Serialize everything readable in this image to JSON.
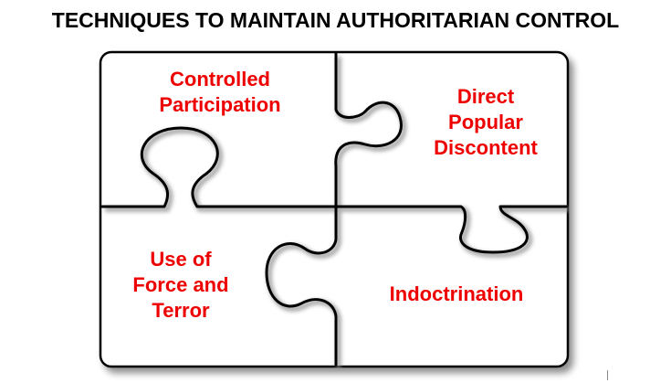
{
  "title": "TECHNIQUES TO MAINTAIN AUTHORITARIAN CONTROL",
  "colors": {
    "title": "#000000",
    "label": "#ee0000",
    "outline": "#000000",
    "piece_fill": "#ffffff"
  },
  "pieces": [
    {
      "id": "controlled-participation",
      "lines": [
        "Controlled",
        "Participation"
      ]
    },
    {
      "id": "direct-popular-discontent",
      "lines": [
        "Direct",
        "Popular",
        "Discontent"
      ]
    },
    {
      "id": "use-of-force-and-terror",
      "lines": [
        "Use of",
        "Force and",
        "Terror"
      ]
    },
    {
      "id": "indoctrination",
      "lines": [
        "Indoctrination"
      ]
    }
  ]
}
